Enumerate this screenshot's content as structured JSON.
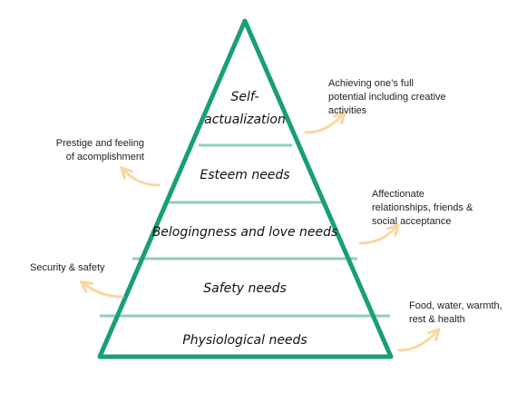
{
  "colors": {
    "pyramid_outline": "#1a9e79",
    "divider": "#8fcfb8",
    "arrow": "#fad7a0"
  },
  "levels": [
    {
      "label_line1": "Self-",
      "label_line2": "actualization"
    },
    {
      "label": "Esteem needs"
    },
    {
      "label": "Belogingness and love needs"
    },
    {
      "label": "Safety needs"
    },
    {
      "label": "Physiological needs"
    }
  ],
  "annotations": {
    "self_actualization": {
      "line1": "Achieving one’s full",
      "line2": "potential including creative",
      "line3": "activities"
    },
    "esteem": {
      "line1": "Prestige and feeling",
      "line2": "of acomplishment"
    },
    "belongingness": {
      "line1": "Affectionate",
      "line2": "relationships, friends &",
      "line3": "social acceptance"
    },
    "safety": {
      "line1": "Security & safety"
    },
    "physiological": {
      "line1": "Food, water, warmth,",
      "line2": "rest & health"
    }
  }
}
